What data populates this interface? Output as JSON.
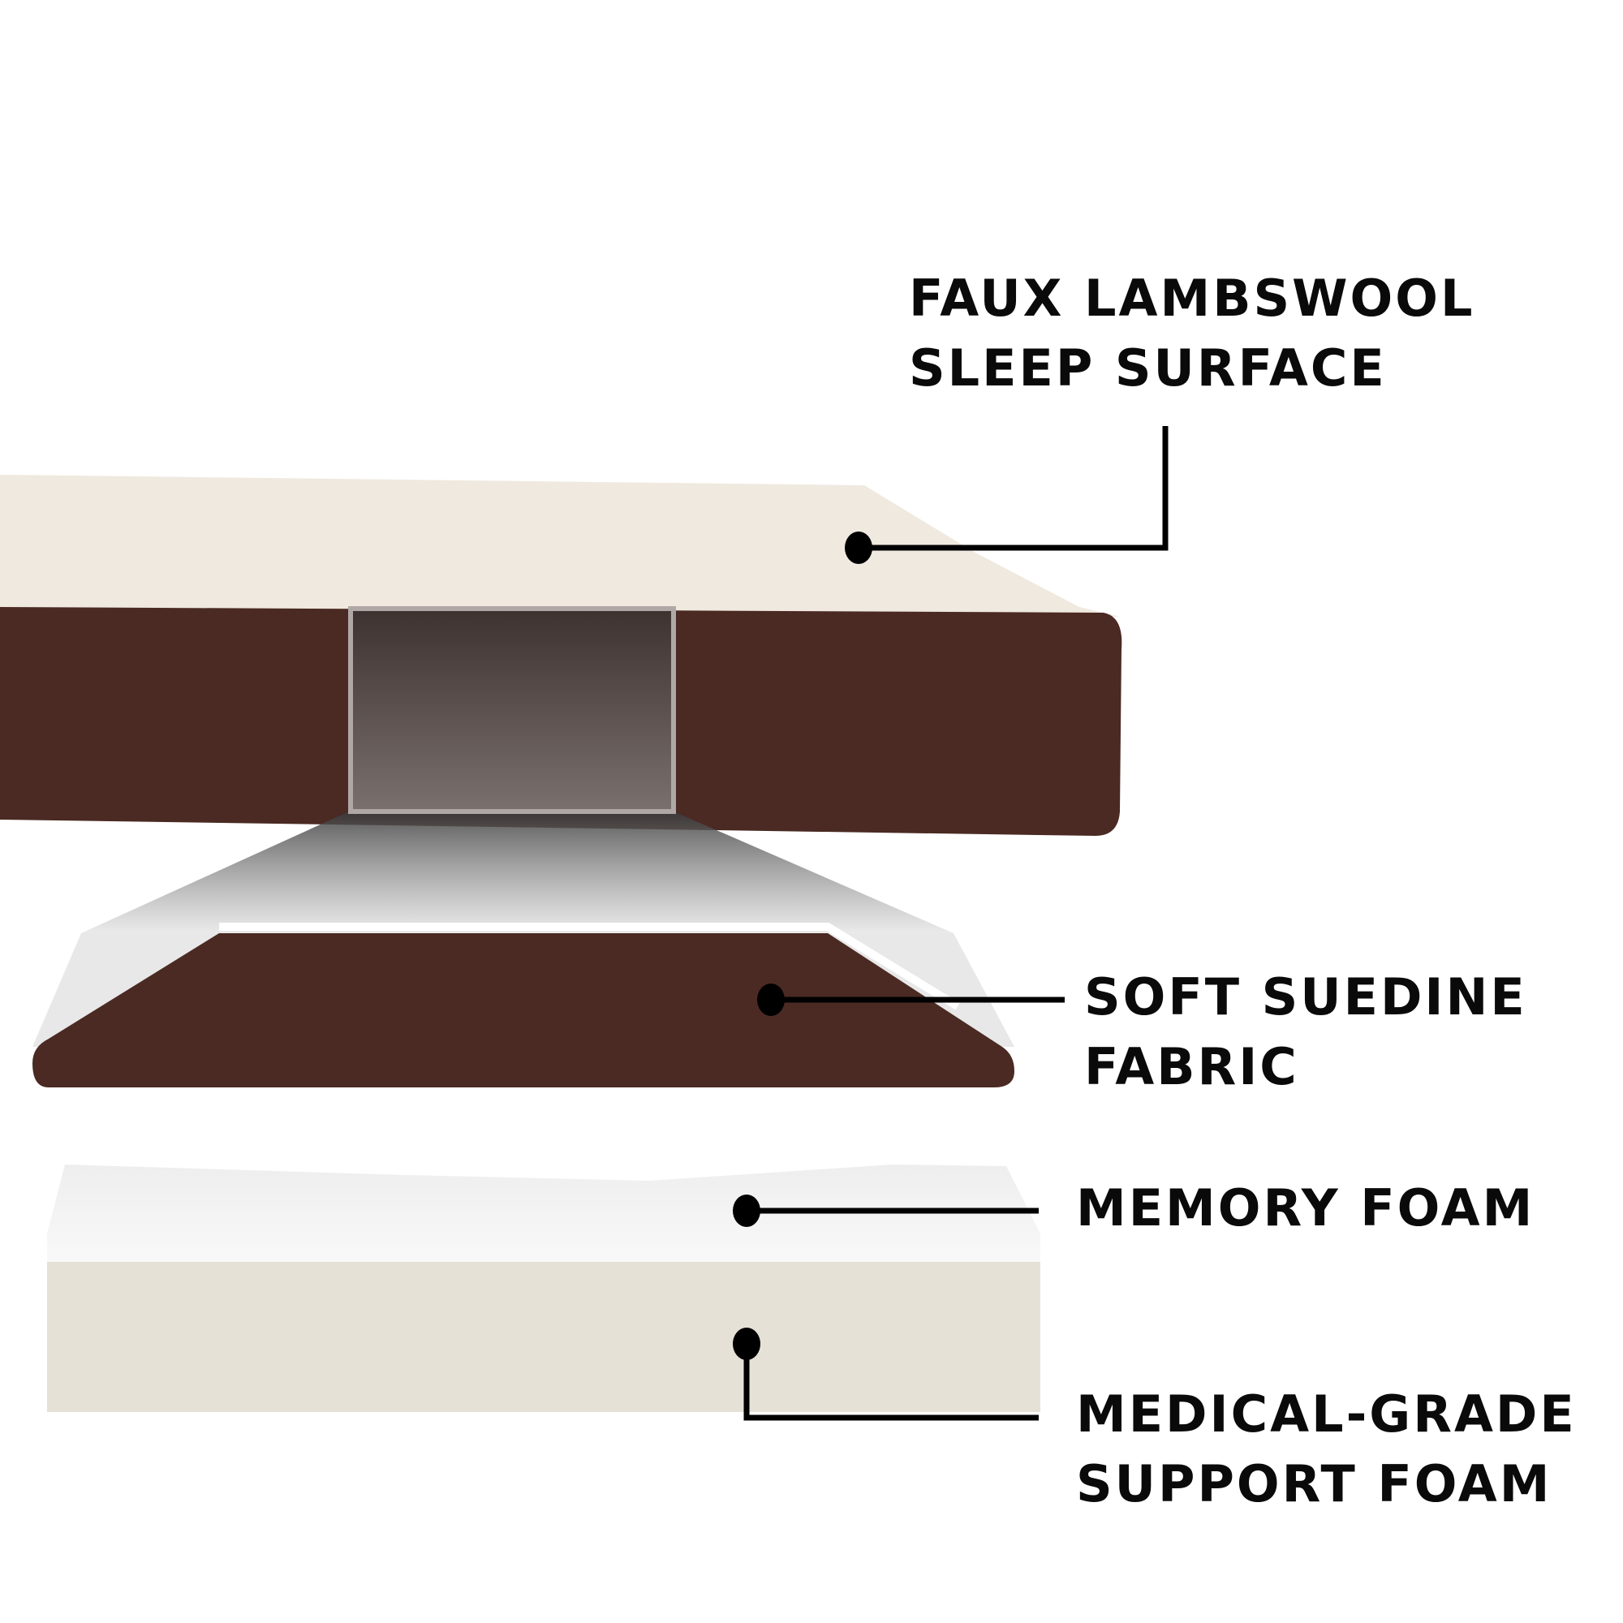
{
  "colors": {
    "background": "#ffffff",
    "fleece": "#efe9df",
    "suedine_brown": "#4a2a23",
    "memory_foam": "#f7f7f7",
    "support_foam": "#e5e0d6",
    "callout_line": "#000000",
    "magnifier_overlay": "#8a8a8a"
  },
  "callouts": [
    {
      "id": "fleece",
      "line1": "FAUX LAMBSWOOL",
      "line2": "SLEEP SURFACE"
    },
    {
      "id": "suedine",
      "line1": "SOFT SUEDINE",
      "line2": "FABRIC"
    },
    {
      "id": "memory",
      "line1": "MEMORY FOAM"
    },
    {
      "id": "support",
      "line1": "MEDICAL-GRADE",
      "line2": "SUPPORT FOAM"
    }
  ]
}
